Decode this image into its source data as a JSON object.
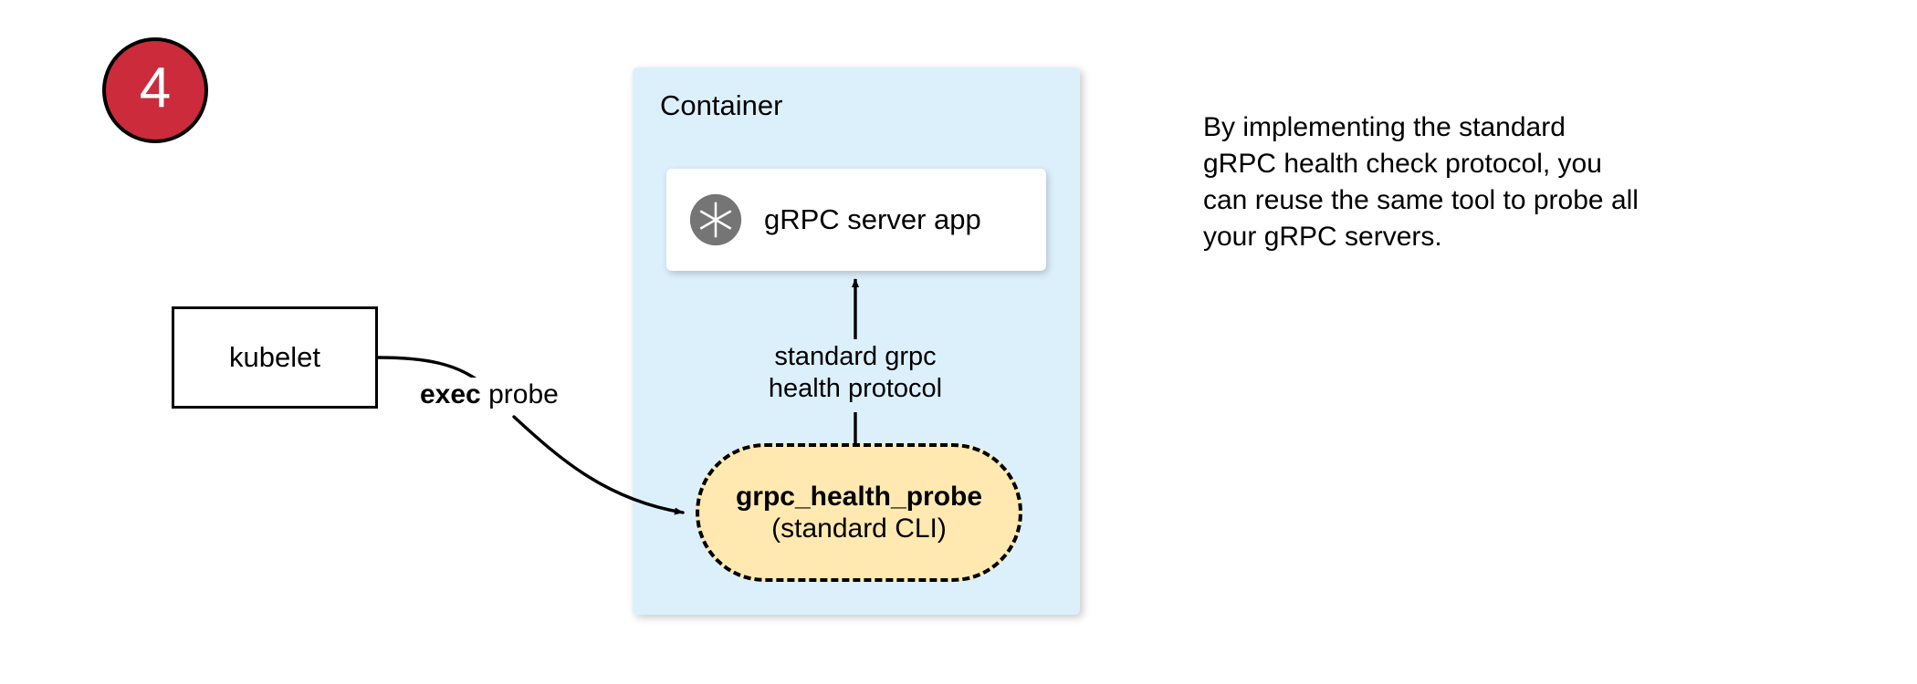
{
  "step": {
    "number": "4",
    "circle_color": "#CB2B3B",
    "text_color": "#FFFFFF",
    "border_color": "#000000"
  },
  "container": {
    "label": "Container",
    "fill_color": "#DCF0FC"
  },
  "app_card": {
    "label": "gRPC server app",
    "icon": "grpc-aperture-icon",
    "icon_color": "#757575",
    "fill_color": "#FFFFFF"
  },
  "kubelet": {
    "label": "kubelet",
    "fill_color": "#FFFFFF",
    "border_color": "#000000"
  },
  "probe": {
    "title": "grpc_health_probe",
    "subtitle": "(standard CLI)",
    "fill_color": "#FFE9B0",
    "border_color": "#000000",
    "border_style": "dashed"
  },
  "connectors": {
    "exec_probe": {
      "label_bold": "exec",
      "label_rest": " probe",
      "from": "kubelet",
      "to": "grpc_health_probe"
    },
    "health_protocol": {
      "line1": "standard grpc",
      "line2": "health protocol",
      "from": "grpc_health_probe",
      "to": "gRPC server app"
    }
  },
  "description": {
    "line1": "By implementing the standard",
    "line2": "gRPC health check protocol, you",
    "line3": "can reuse the same tool to probe all",
    "line4": "your gRPC servers."
  }
}
